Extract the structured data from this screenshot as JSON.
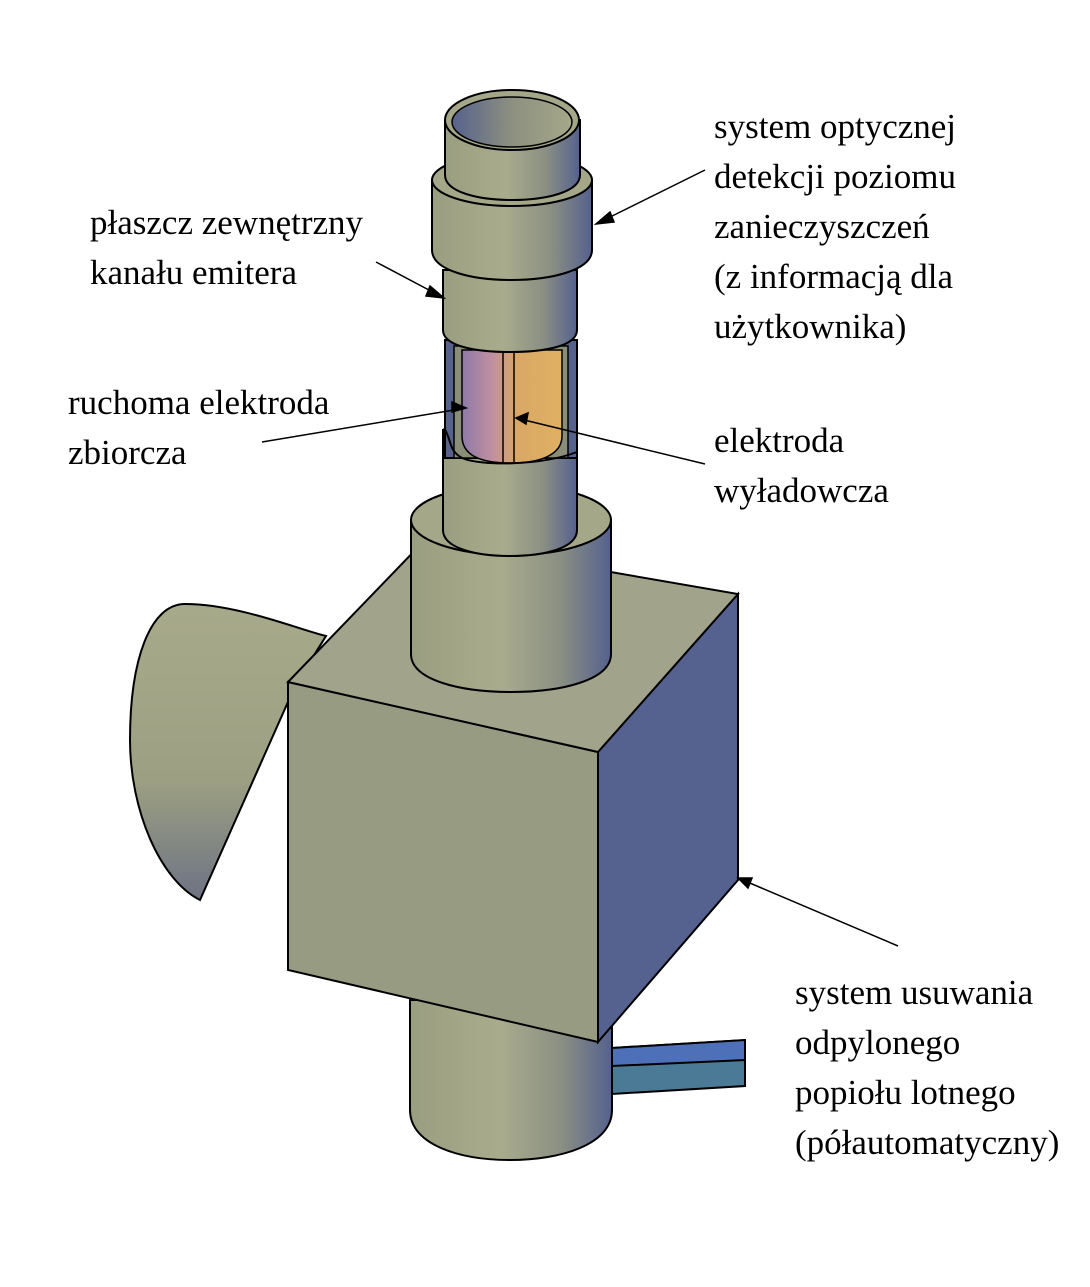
{
  "labels": {
    "optical": [
      "system optycznej",
      "detekcji poziomu",
      "zanieczyszczeń",
      "(z informacją dla",
      "użytkownika)"
    ],
    "jacket": [
      "płaszcz zewnętrzny",
      "kanału emitera"
    ],
    "collecting": [
      "ruchoma elektroda",
      "zbiorcza"
    ],
    "discharge": [
      "elektroda",
      "wyładowcza"
    ],
    "ash": [
      "system usuwania",
      "odpylonego",
      "popiołu lotnego",
      "(półautomatyczny)"
    ]
  },
  "colors": {
    "cylinder_light": "#a5a98a",
    "cylinder_mid": "#8a9179",
    "cylinder_dark": "#56628c",
    "box_front": "#969b82",
    "box_top": "#a1a48a",
    "box_side": "#55618f",
    "electrode_gold": "#d7a75b",
    "electrode_violet": "#9b7fa8",
    "pipe": "#4a7a96",
    "pipe_top": "#4d70b8",
    "outline": "#000000"
  }
}
